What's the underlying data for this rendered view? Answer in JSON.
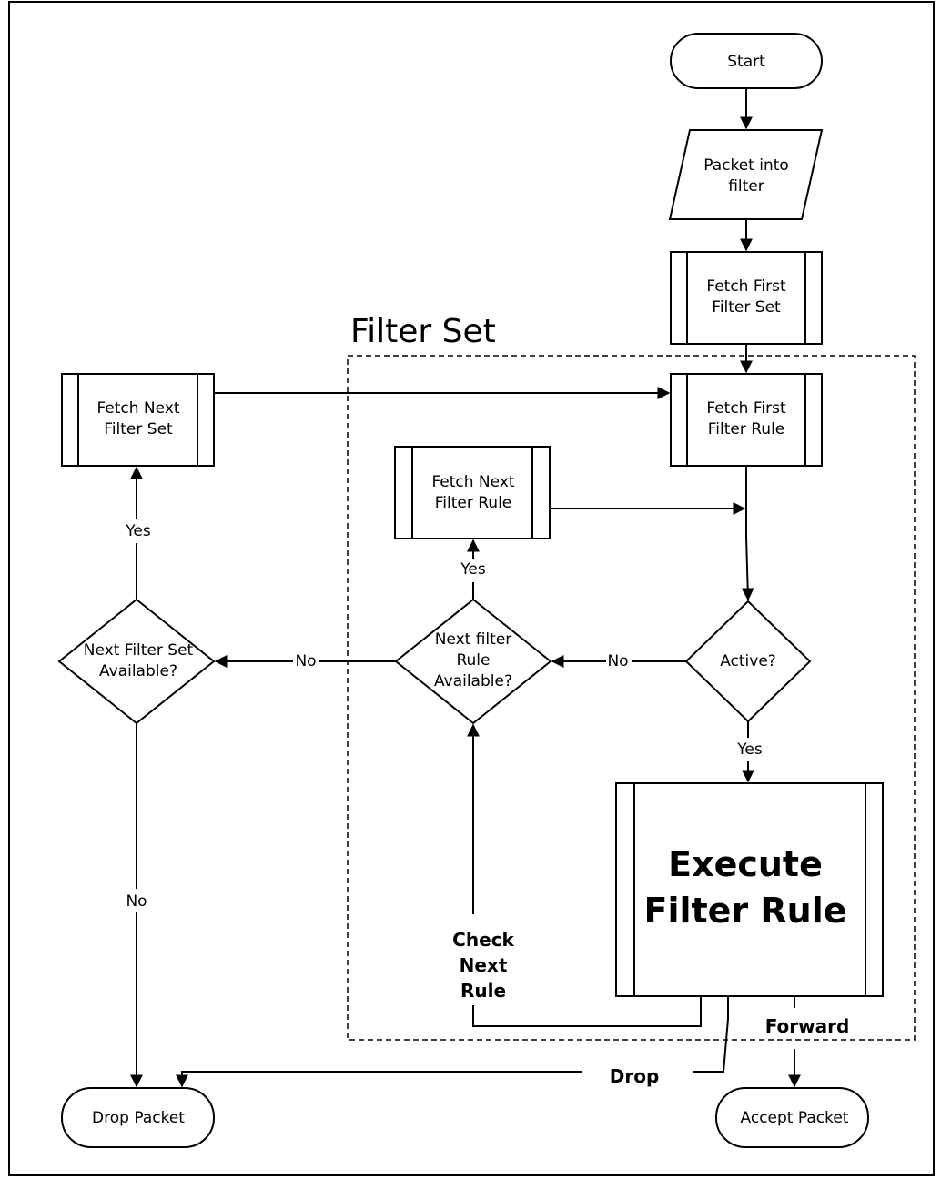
{
  "diagram": {
    "group_label": "Filter Set",
    "nodes": {
      "start": "Start",
      "packet_into_filter": [
        "Packet into",
        "filter"
      ],
      "fetch_first_filter_set": [
        "Fetch First",
        "Filter Set"
      ],
      "fetch_first_filter_rule": [
        "Fetch First",
        "Filter Rule"
      ],
      "fetch_next_filter_set": [
        "Fetch Next",
        "Filter Set"
      ],
      "fetch_next_filter_rule": [
        "Fetch Next",
        "Filter Rule"
      ],
      "active": "Active?",
      "next_filter_rule_available": [
        "Next filter",
        "Rule",
        "Available?"
      ],
      "next_filter_set_available": [
        "Next Filter Set",
        "Available?"
      ],
      "execute_filter_rule": [
        "Execute",
        "Filter Rule"
      ],
      "drop_packet": "Drop Packet",
      "accept_packet": "Accept Packet"
    },
    "edge_labels": {
      "active_yes": "Yes",
      "active_no": "No",
      "rule_yes": "Yes",
      "rule_no": "No",
      "set_yes": "Yes",
      "set_no": "No",
      "check_next_rule": [
        "Check",
        "Next",
        "Rule"
      ],
      "forward": "Forward",
      "drop": "Drop"
    }
  }
}
